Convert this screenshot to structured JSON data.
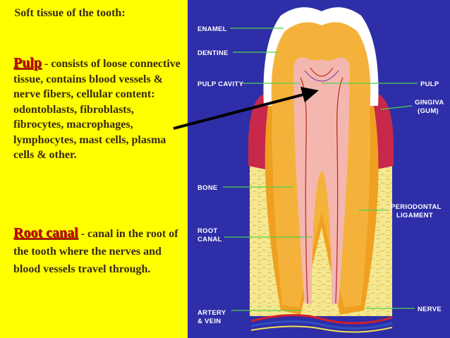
{
  "text_panel": {
    "heading": "Soft tissue of the tooth:",
    "pulp_term": "Pulp",
    "pulp_definition": " - consists of loose connective tissue, contains blood vessels & nerve fibers, cellular content: odontoblasts, fibroblasts, fibrocytes, macrophages, lymphocytes, mast cells, plasma cells & other.",
    "root_term": "Root canal",
    "root_definition": " - canal in the root of the tooth where the nerves and blood vessels travel through."
  },
  "diagram": {
    "labels": {
      "enamel": "ENAMEL",
      "dentine": "DENTINE",
      "pulp_cavity": "PULP CAVITY",
      "pulp": "PULP",
      "gingiva_1": "GINGIVA",
      "gingiva_2": "(GUM)",
      "bone": "BONE",
      "periodontal_1": "PERIODONTAL",
      "periodontal_2": "LIGAMENT",
      "root_1": "ROOT",
      "root_2": "CANAL",
      "artery_1": "ARTERY",
      "artery_2": "& VEIN",
      "nerve": "NERVE"
    }
  },
  "colors": {
    "panel_background": "#ffff00",
    "term_color": "#c80000",
    "diagram_background": "#2e2ea8",
    "leader_line": "#4cd44c"
  }
}
